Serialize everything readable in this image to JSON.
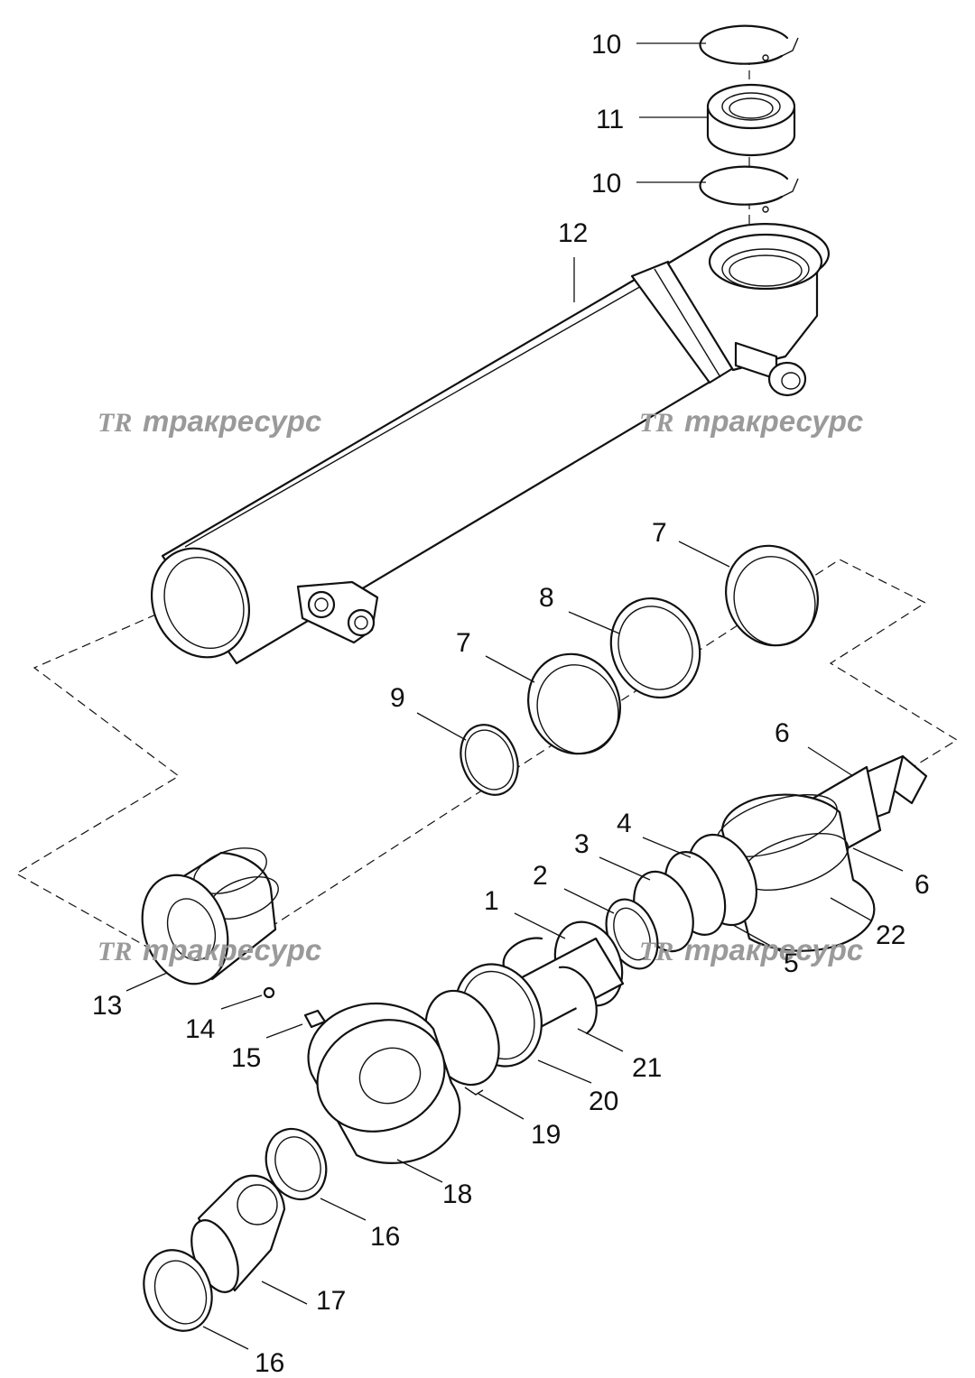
{
  "watermark": {
    "brand_text": "трaкресурс",
    "logo_letters": "TR",
    "color": "#9a9a9a"
  },
  "callouts": {
    "c10a": "10",
    "c11": "11",
    "c10b": "10",
    "c12": "12",
    "c7a": "7",
    "c8": "8",
    "c7b": "7",
    "c9": "9",
    "c6a": "6",
    "c4": "4",
    "c3": "3",
    "c6b": "6",
    "c2": "2",
    "c1": "1",
    "c22": "22",
    "c5": "5",
    "c13": "13",
    "c14": "14",
    "c15": "15",
    "c21": "21",
    "c20": "20",
    "c19": "19",
    "c18": "18",
    "c16a": "16",
    "c17": "17",
    "c16b": "16"
  }
}
